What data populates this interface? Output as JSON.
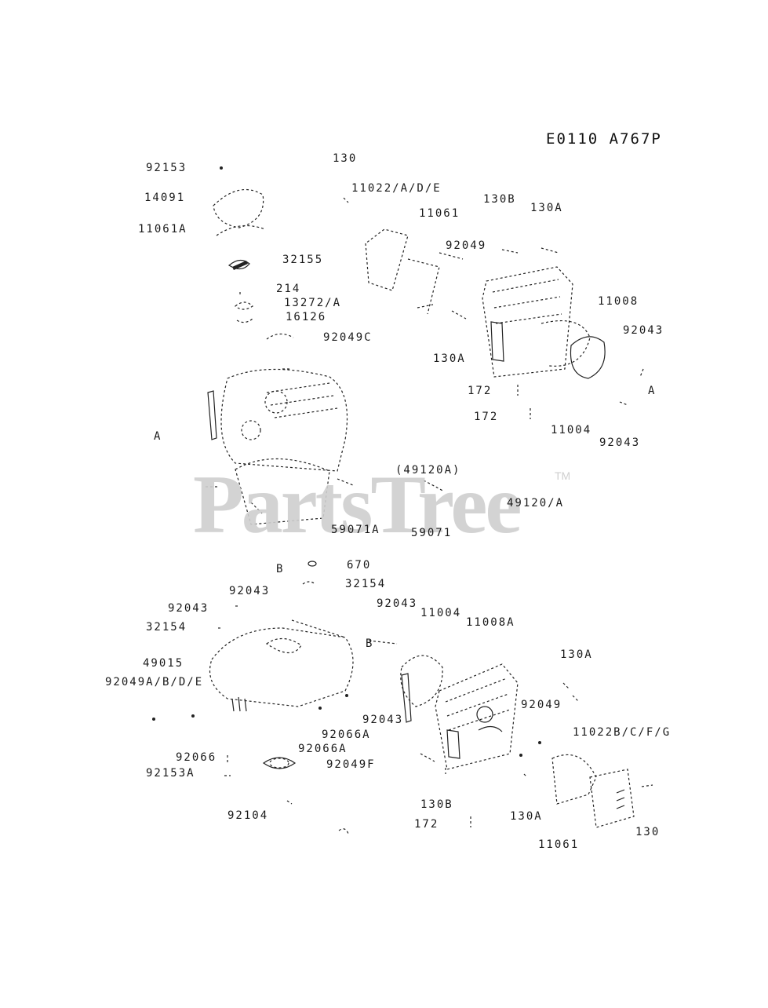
{
  "diagram_code": "E0110 A767P",
  "watermark": {
    "text": "PartsTree",
    "trademark": "TM"
  },
  "callouts": [
    "92153",
    "130",
    "14091",
    "11022/A/D/E",
    "11061",
    "130B",
    "130A",
    "11061A",
    "92049",
    "32155",
    "214",
    "13272/A",
    "16126",
    "92049C",
    "11008",
    "92043",
    "130A",
    "A",
    "172",
    "172",
    "11004",
    "92043",
    "A",
    "(49120A)",
    "49120/A",
    "59071A",
    "59071",
    "B",
    "670",
    "92043",
    "32154",
    "92043",
    "92043",
    "11004",
    "11008A",
    "32154",
    "B",
    "130A",
    "49015",
    "92049A/B/D/E",
    "92049",
    "92043",
    "11022B/C/F/G",
    "92066A",
    "92066A",
    "92066",
    "92049F",
    "92153A",
    "130B",
    "92104",
    "172",
    "130A",
    "130",
    "11061"
  ]
}
